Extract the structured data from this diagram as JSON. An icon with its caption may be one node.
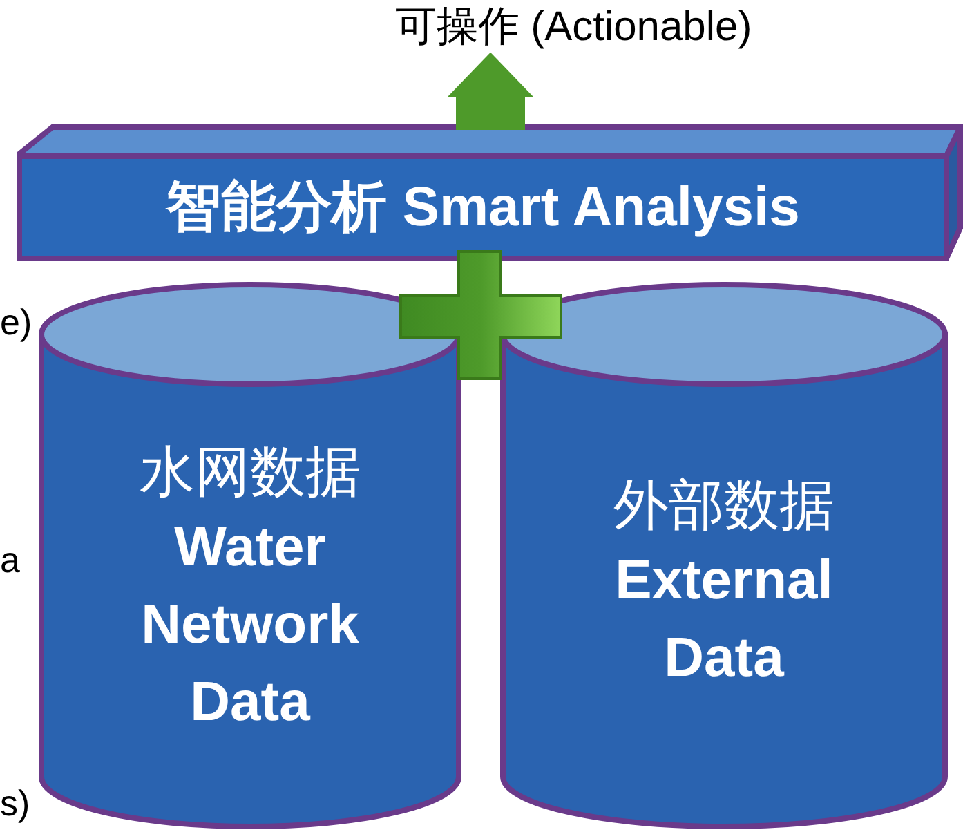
{
  "diagram": {
    "nodes": [
      {
        "text": [
          "可操作 (Actionable)"
        ]
      },
      {
        "text": [
          "智能分析 Smart Analysis"
        ]
      },
      {
        "text": [
          "水网数据",
          "Water Network Data"
        ]
      },
      {
        "text": [
          "外部数据",
          "External Data"
        ]
      }
    ],
    "edges": [
      {
        "from": 1,
        "to": 0,
        "arrow": "to"
      }
    ],
    "labels": [
      "e)",
      "a",
      "s)"
    ]
  }
}
